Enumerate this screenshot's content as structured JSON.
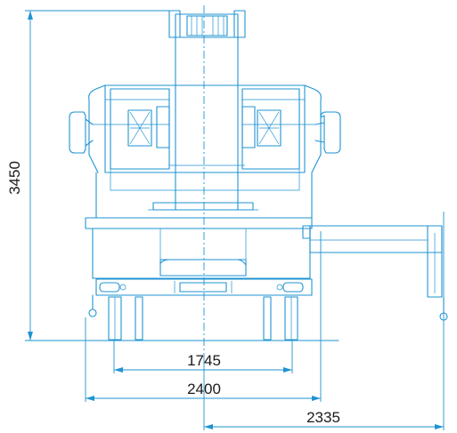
{
  "drawing": {
    "line_color": "#1f93d2",
    "dimensions": {
      "height": "3450",
      "inner_track": "1745",
      "outer_width": "2400",
      "outrigger_reach": "2335"
    }
  }
}
